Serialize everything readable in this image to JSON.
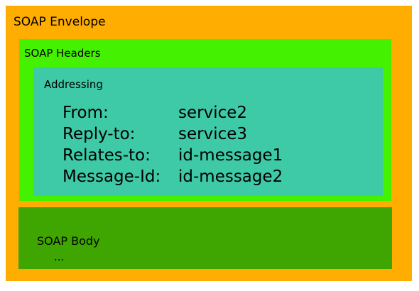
{
  "envelope": {
    "label": "SOAP Envelope"
  },
  "headers": {
    "label": "SOAP Headers"
  },
  "addressing": {
    "label": "Addressing",
    "fields": [
      {
        "key": "From:",
        "value": "service2"
      },
      {
        "key": "Reply-to:",
        "value": "service3"
      },
      {
        "key": "Relates-to:",
        "value": "id-message1"
      },
      {
        "key": "Message-Id:",
        "value": "id-message2"
      }
    ]
  },
  "body": {
    "label": "SOAP Body",
    "content": "..."
  },
  "colors": {
    "envelope": "#ffad00",
    "headers": "#44f100",
    "addressing": "#3ec9a7",
    "body": "#3fa500"
  }
}
